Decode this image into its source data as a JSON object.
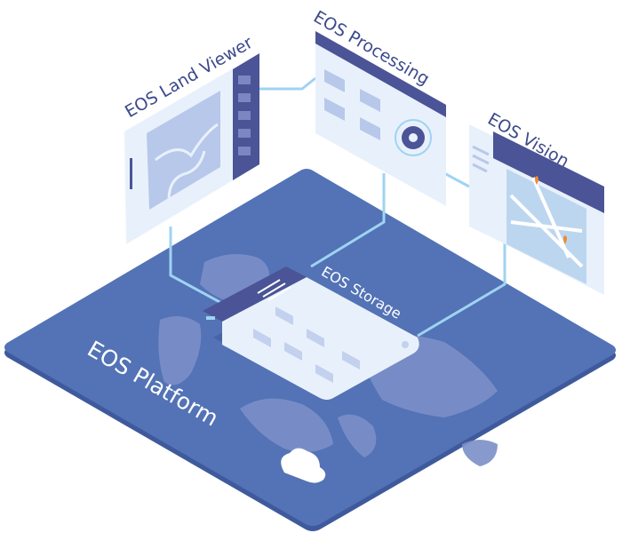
{
  "labels": {
    "land_viewer": "EOS Land Viewer",
    "processing": "EOS Processing",
    "vision": "EOS Vision",
    "storage": "EOS Storage",
    "platform": "EOS Platform"
  },
  "colors": {
    "platform": "#5373b6",
    "platform_edge": "#3f5a9c",
    "panel": "#e8f1fb",
    "panel_dark": "#4a5496",
    "connector": "#9fd3f2",
    "accent_pin": "#f0892e",
    "label_text": "#3d4a8a"
  }
}
